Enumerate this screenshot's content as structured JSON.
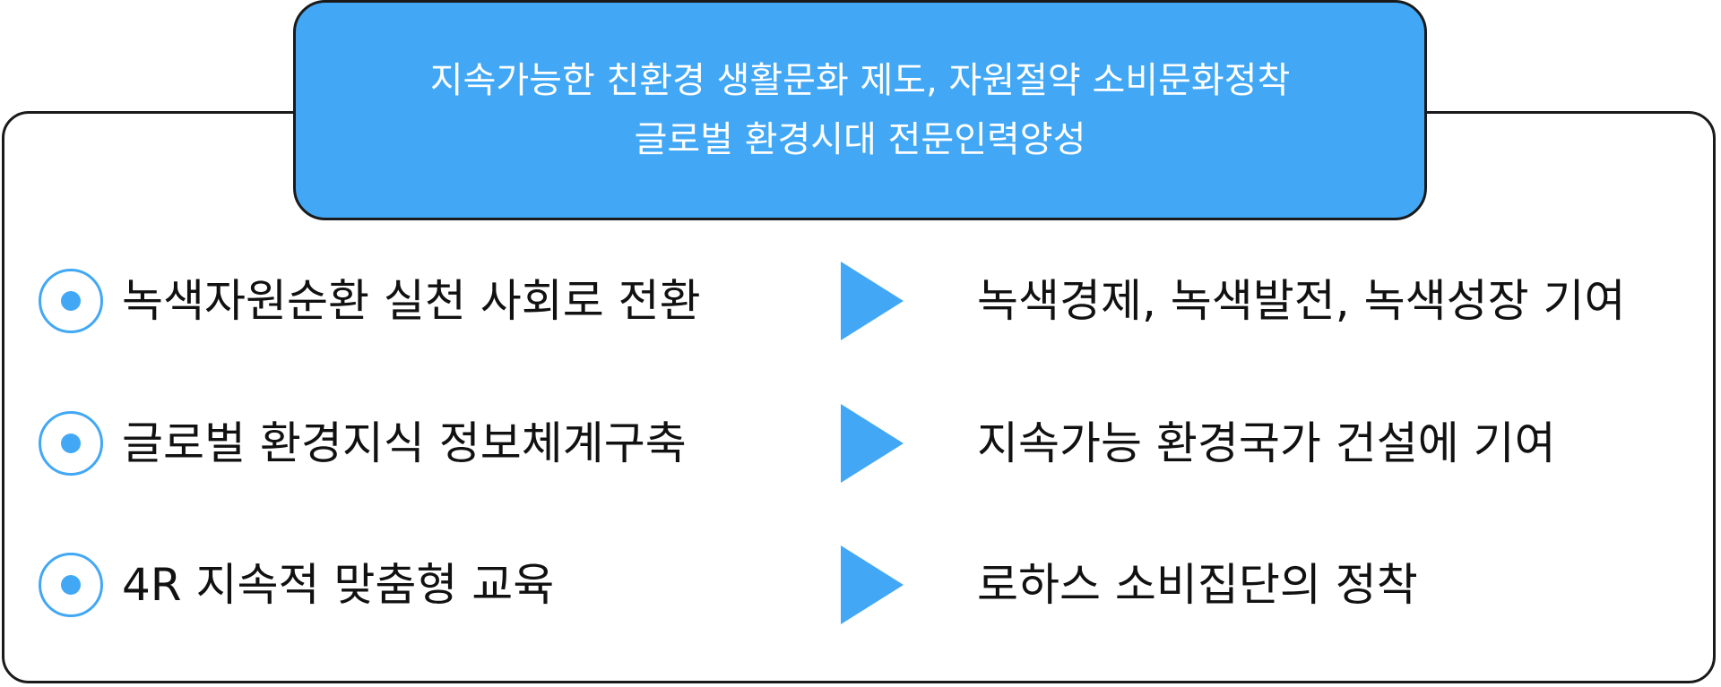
{
  "header": {
    "lines": [
      "지속가능한 친환경 생활문화 제도, 자원절약 소비문화정착",
      "글로벌 환경시대 전문인력양성"
    ]
  },
  "rows": [
    {
      "left": "녹색자원순환 실천 사회로 전환",
      "right": "녹색경제, 녹색발전, 녹색성장 기여"
    },
    {
      "left": "글로벌 환경지식 정보체계구축",
      "right": "지속가능 환경국가 건설에 기여"
    },
    {
      "left": "4R 지속적 맞춤형 교육",
      "right": "로하스 소비집단의 정착"
    }
  ],
  "colors": {
    "accent": "#42a8f5",
    "border": "#1a1a1a",
    "text": "#111111"
  },
  "icons": {
    "bullet": "radio-dot-icon",
    "arrow": "triangle-right-icon"
  }
}
